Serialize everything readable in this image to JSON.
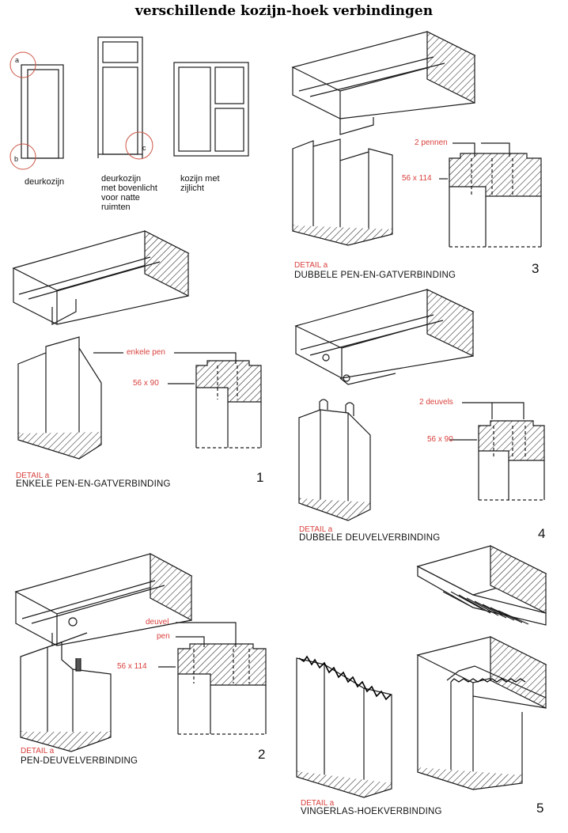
{
  "title": "verschillende kozijn-hoek verbindingen",
  "frames": {
    "circle_a": "a",
    "circle_b": "b",
    "circle_c": "c",
    "label_1": [
      "deurkozijn"
    ],
    "label_2": [
      "deurkozijn",
      "met bovenlicht",
      "voor natte",
      "ruimten"
    ],
    "label_3": [
      "kozijn met",
      "zijlicht"
    ]
  },
  "details": [
    {
      "number": "1",
      "detail": "DETAIL a",
      "caption": "ENKELE PEN-EN-GATVERBINDING",
      "size": "56 x 90",
      "callouts": [
        "enkele pen"
      ]
    },
    {
      "number": "2",
      "detail": "DETAIL a",
      "caption": "PEN-DEUVELVERBINDING",
      "size": "56 x 114",
      "callouts": [
        "deuvel",
        "pen"
      ]
    },
    {
      "number": "3",
      "detail": "DETAIL a",
      "caption": "DUBBELE PEN-EN-GATVERBINDING",
      "size": "56 x 114",
      "callouts": [
        "2 pennen"
      ]
    },
    {
      "number": "4",
      "detail": "DETAIL a",
      "caption": "DUBBELE DEUVELVERBINDING",
      "size": "56 x 90",
      "callouts": [
        "2 deuvels"
      ]
    },
    {
      "number": "5",
      "detail": "DETAIL a",
      "caption": "VINGERLAS-HOEKVERBINDING"
    }
  ]
}
